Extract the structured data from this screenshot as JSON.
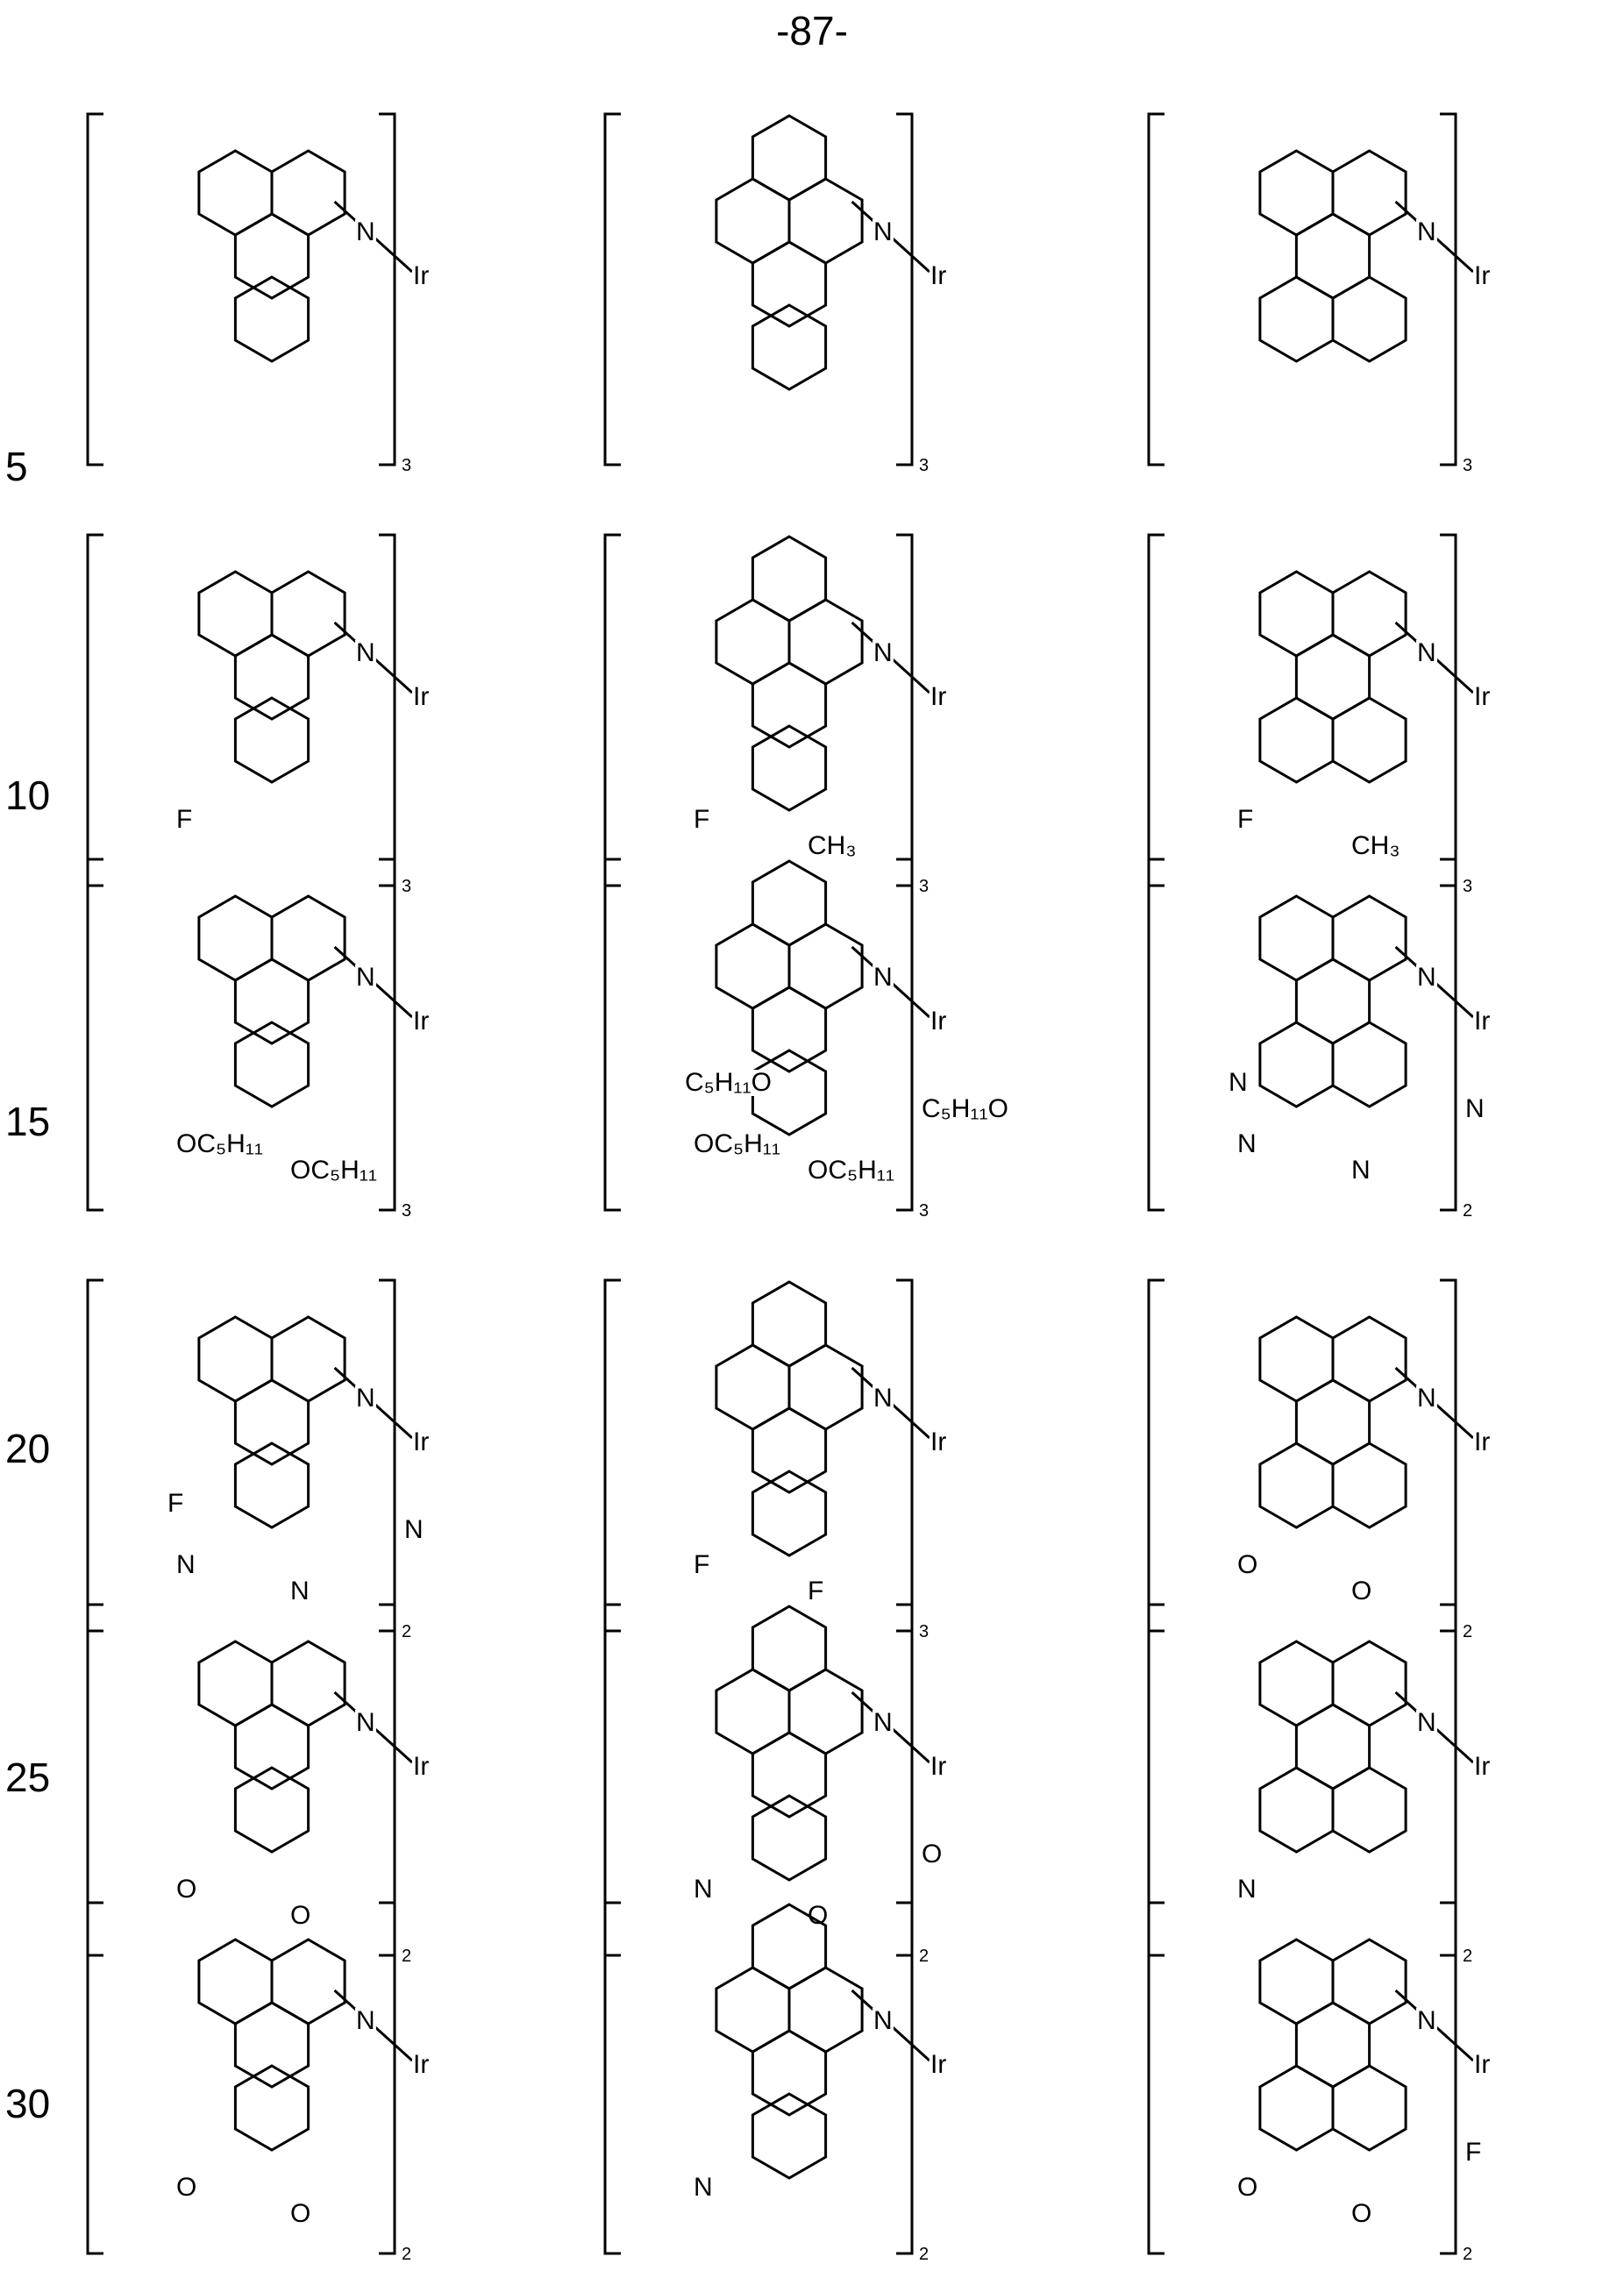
{
  "page_number": "-87-",
  "line_numbers": [
    "5",
    "10",
    "15",
    "20",
    "25",
    "30"
  ],
  "structures": [
    {
      "labels": [
        "N",
        "Ir"
      ],
      "subscript": "3"
    },
    {
      "labels": [
        "N",
        "Ir"
      ],
      "subscript": "3"
    },
    {
      "labels": [
        "N",
        "Ir"
      ],
      "subscript": "3"
    },
    {
      "labels": [
        "N",
        "Ir",
        "F"
      ],
      "subscript": "3"
    },
    {
      "labels": [
        "N",
        "Ir",
        "F",
        "CH₃"
      ],
      "subscript": "3"
    },
    {
      "labels": [
        "N",
        "Ir",
        "F",
        "CH₃"
      ],
      "subscript": "3"
    },
    {
      "labels": [
        "N",
        "Ir",
        "OC₅H₁₁",
        "OC₅H₁₁"
      ],
      "subscript": "3"
    },
    {
      "labels": [
        "N",
        "Ir",
        "OC₅H₁₁",
        "OC₅H₁₁",
        "C₅H₁₁O",
        "C₅H₁₁O"
      ],
      "subscript": "3"
    },
    {
      "labels": [
        "N",
        "Ir",
        "N",
        "N",
        "N",
        "N"
      ],
      "subscript": "2"
    },
    {
      "labels": [
        "N",
        "Ir",
        "N",
        "N",
        "N",
        "F"
      ],
      "subscript": "2"
    },
    {
      "labels": [
        "N",
        "Ir",
        "F",
        "F"
      ],
      "subscript": "3"
    },
    {
      "labels": [
        "N",
        "Ir",
        "O",
        "O"
      ],
      "subscript": "2"
    },
    {
      "labels": [
        "N",
        "Ir",
        "O",
        "O"
      ],
      "subscript": "2"
    },
    {
      "labels": [
        "N",
        "Ir",
        "N",
        "O",
        "O"
      ],
      "subscript": "2"
    },
    {
      "labels": [
        "N",
        "Ir",
        "N"
      ],
      "subscript": "2"
    },
    {
      "labels": [
        "N",
        "Ir",
        "O",
        "O"
      ],
      "subscript": "2"
    },
    {
      "labels": [
        "N",
        "Ir",
        "N"
      ],
      "subscript": "2"
    },
    {
      "labels": [
        "N",
        "Ir",
        "O",
        "O",
        "F"
      ],
      "subscript": "2"
    }
  ]
}
